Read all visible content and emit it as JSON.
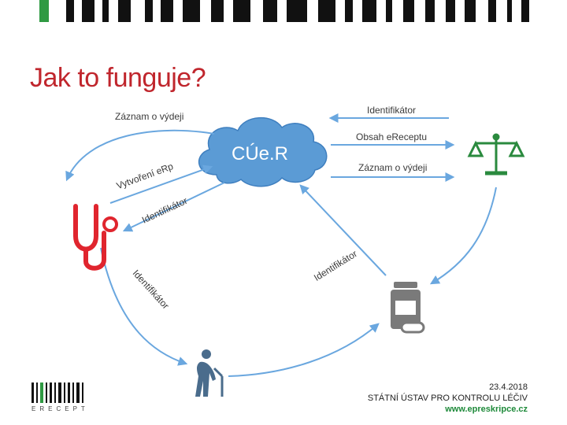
{
  "slide": {
    "title": "Jak to funguje?",
    "cloud_label": "CÚe.R",
    "labels": {
      "zaznam_o_vydeji_left": "Záznam o výdeji",
      "identifikator_top": "Identifikátor",
      "obsah_ereceptu": "Obsah eReceptu",
      "zaznam_o_vydeji_right": "Záznam o výdeji",
      "vytvoreni_erp": "Vytvoření eRp",
      "identifikator_doctor": "Identifikátor",
      "identifikator_pharmacy": "Identifikátor",
      "identifikator_patient": "Identifikátor"
    },
    "icons": [
      "stethoscope-icon",
      "scales-icon",
      "medicine-bottle-icon",
      "elderly-patient-icon"
    ],
    "footer": {
      "date": "23.4.2018",
      "agency": "STÁTNÍ ÚSTAV PRO KONTROLU LÉČIV",
      "website": "www.epreskripce.cz",
      "logo_text": "ERECEPT"
    },
    "colors": {
      "title": "#c0262d",
      "cloud": "#5b9bd5",
      "arrow": "#6aa7df",
      "doctor_icon": "#e0252e",
      "scales_icon": "#2a8a3e",
      "pharmacy_icon": "#7a7a7a",
      "patient_icon": "#4a6c8c",
      "website": "#1e8a3a"
    }
  }
}
